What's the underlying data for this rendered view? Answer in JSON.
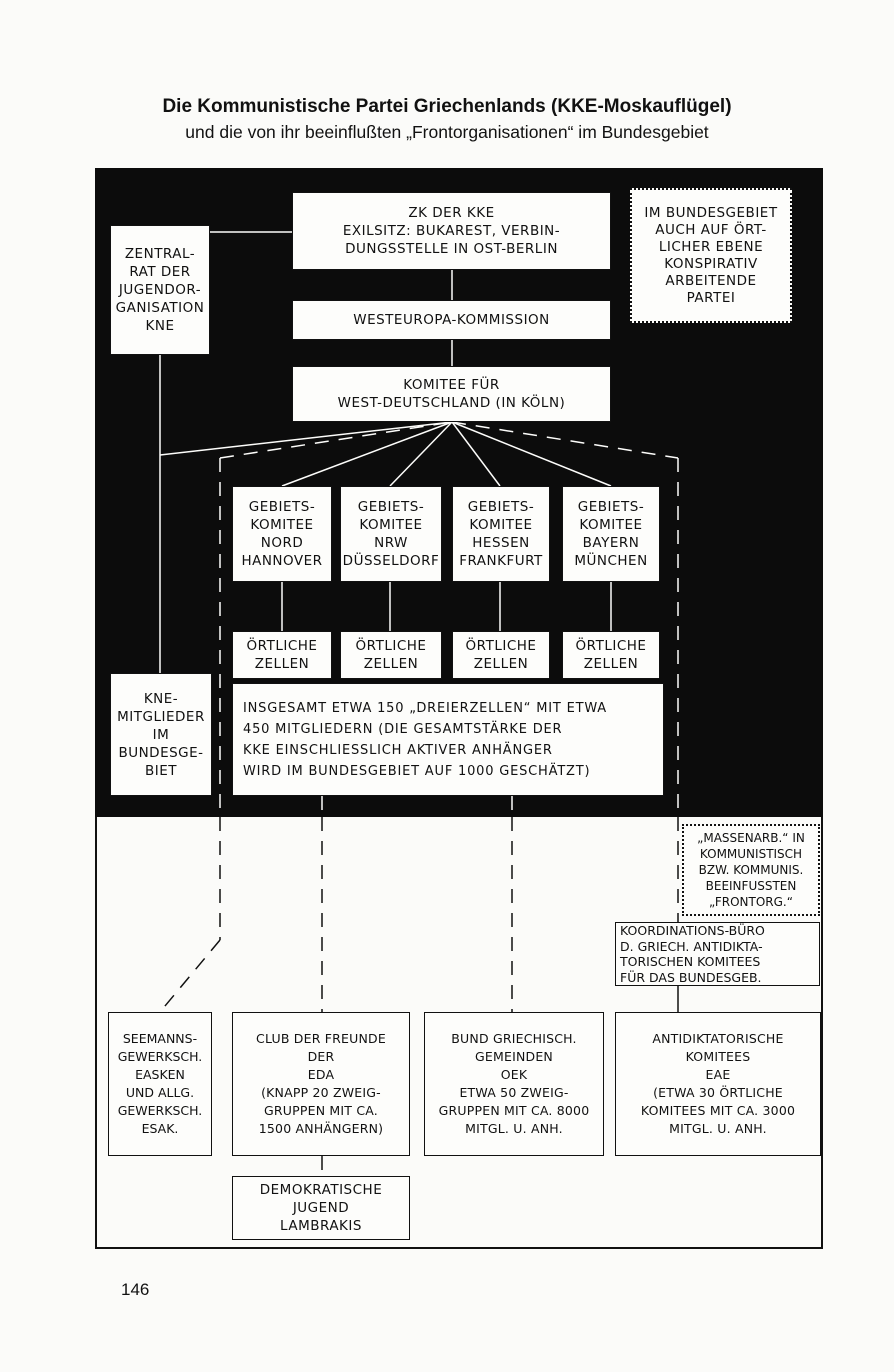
{
  "header": {
    "title": "Die Kommunistische Partei Griechenlands (KKE-Moskauflügel)",
    "subtitle": "und die von ihr beeinflußten „Frontorganisationen“ im Bundesgebiet"
  },
  "nodes": {
    "zk": "ZK DER KKE\nEXILSITZ: BUKAREST, VERBIN-\nDUNGSSTELLE IN OST-BERLIN",
    "zentralrat": "ZENTRAL-\nRAT DER\nJUGENDOR-\nGANISATION\nKNE",
    "bundesgebiet_partei": "IM BUNDESGEBIET\nAUCH AUF ÖRT-\nLICHER EBENE\nKONSPIRATIV\nARBEITENDE\nPARTEI",
    "westeuropa": "WESTEUROPA-KOMMISSION",
    "komitee_west": "KOMITEE FÜR\nWEST-DEUTSCHLAND (IN KÖLN)",
    "gebiets": [
      "GEBIETS-\nKOMITEE\nNORD\nHANNOVER",
      "GEBIETS-\nKOMITEE\nNRW\nDÜSSELDORF",
      "GEBIETS-\nKOMITEE\nHESSEN\nFRANKFURT",
      "GEBIETS-\nKOMITEE\nBAYERN\nMÜNCHEN"
    ],
    "zellen": [
      "ÖRTLICHE\nZELLEN",
      "ÖRTLICHE\nZELLEN",
      "ÖRTLICHE\nZELLEN",
      "ÖRTLICHE\nZELLEN"
    ],
    "kne_mitglieder": "KNE-\nMITGLIEDER\nIM\nBUNDESGE-\nBIET",
    "insgesamt": "INSGESAMT ETWA 150 „DREIERZELLEN“ MIT ETWA\n450 MITGLIEDERN (DIE GESAMTSTÄRKE DER\nKKE EINSCHLIESSLICH AKTIVER ANHÄNGER\nWIRD IM BUNDESGEBIET AUF 1000 GESCHÄTZT)",
    "massenarbeit": "„MASSENARB.“ IN\nKOMMUNISTISCH\nBZW. KOMMUNIS.\nBEEINFUSSTEN\n„FRONTORG.“",
    "koordination": "KOORDINATIONS-BÜRO\nD. GRIECH. ANTIDIKTA-\nTORISCHEN KOMITEES\nFÜR DAS BUNDESGEB.",
    "seemanns": "SEEMANNS-\nGEWERKSCH.\nEASKEN\nUND ALLG.\nGEWERKSCH.\nESAK.",
    "club": "CLUB DER FREUNDE\nDER\nEDA\n(KNAPP 20 ZWEIG-\nGRUPPEN MIT ca.\n1500 ANHÄNGERN)",
    "bund": "BUND GRIECHISCH.\nGEMEINDEN\nOEK\nETWA 50 ZWEIG-\nGRUPPEN MIT ca. 8000\nMITGL. U. ANH.",
    "antidiktatorische": "ANTIDIKTATORISCHE\nKOMITEES\nEAE\n(ETWA 30 ÖRTLICHE\nKOMITEES MIT ca. 3000\nMITGL. U. ANH.",
    "demokratische": "DEMOKRATISCHE\nJUGEND\nLAMBRAKIS"
  },
  "page_number": "146",
  "colors": {
    "ink": "#111111",
    "paper": "#fbfbf9",
    "dark_panel": "#0c0c0c"
  }
}
